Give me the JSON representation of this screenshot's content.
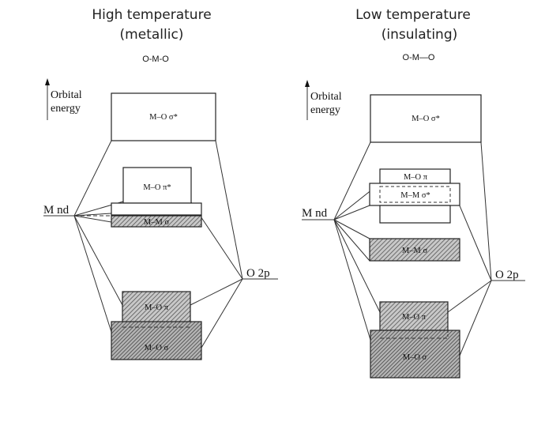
{
  "panels": {
    "high": {
      "title_line1": "High temperature",
      "title_line2": "(metallic)",
      "formula": "O-M-O",
      "axis_line1": "Orbital",
      "axis_line2": "energy",
      "m_level": "M nd",
      "o_level": "O 2p",
      "boxes": {
        "mo_sigma_star": "M–O σ*",
        "mo_pi_star": "M–O π*",
        "mm_sigma": "M–M σ",
        "mo_pi": "M–O π",
        "mo_sigma": "M–O σ"
      }
    },
    "low": {
      "title_line1": "Low temperature",
      "title_line2": "(insulating)",
      "formula": "O-M—O",
      "axis_line1": "Orbital",
      "axis_line2": "energy",
      "m_level": "M nd",
      "o_level": "O 2p",
      "boxes": {
        "mo_sigma_star": "M–O σ*",
        "mo_pi_top": "M–O π",
        "mm_sigma_star": "M–M σ*",
        "mm_sigma": "M–M σ",
        "mo_pi": "M–O π",
        "mo_sigma": "M–O σ"
      }
    }
  },
  "colors": {
    "ink": "#222222",
    "hatch": "#555555",
    "filled_band": "#bbbbbb",
    "paper": "#ffffff"
  }
}
